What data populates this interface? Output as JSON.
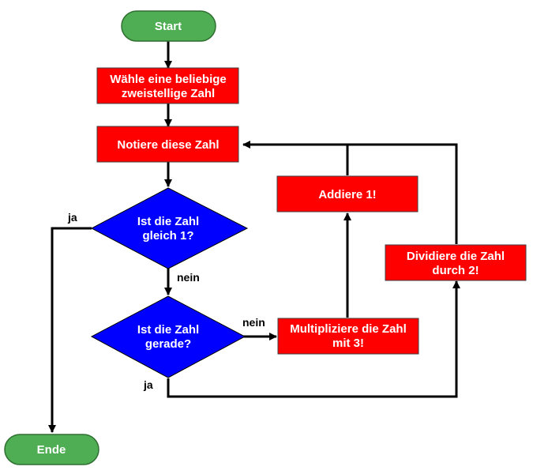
{
  "colors": {
    "terminal_fill": "#4fae53",
    "terminal_stroke": "#2f6f31",
    "process_fill": "#ff0000",
    "process_stroke": "#404040",
    "decision_fill": "#0000ff",
    "decision_stroke": "#000000",
    "edge": "#000000"
  },
  "nodes": {
    "start": {
      "label": "Start"
    },
    "choose": {
      "line1": "Wähle eine beliebige",
      "line2": "zweistellige Zahl"
    },
    "note": {
      "label": "Notiere diese Zahl"
    },
    "is_one": {
      "line1": "Ist die Zahl",
      "line2": "gleich 1?"
    },
    "is_even": {
      "line1": "Ist die Zahl",
      "line2": "gerade?"
    },
    "multiply": {
      "line1": "Multipliziere die Zahl",
      "line2": "mit 3!"
    },
    "add": {
      "label": "Addiere 1!"
    },
    "divide": {
      "line1": "Dividiere die Zahl",
      "line2": "durch 2!"
    },
    "end": {
      "label": "Ende"
    }
  },
  "edge_labels": {
    "is_one_yes": "ja",
    "is_one_no": "nein",
    "is_even_no": "nein",
    "is_even_yes": "ja"
  }
}
